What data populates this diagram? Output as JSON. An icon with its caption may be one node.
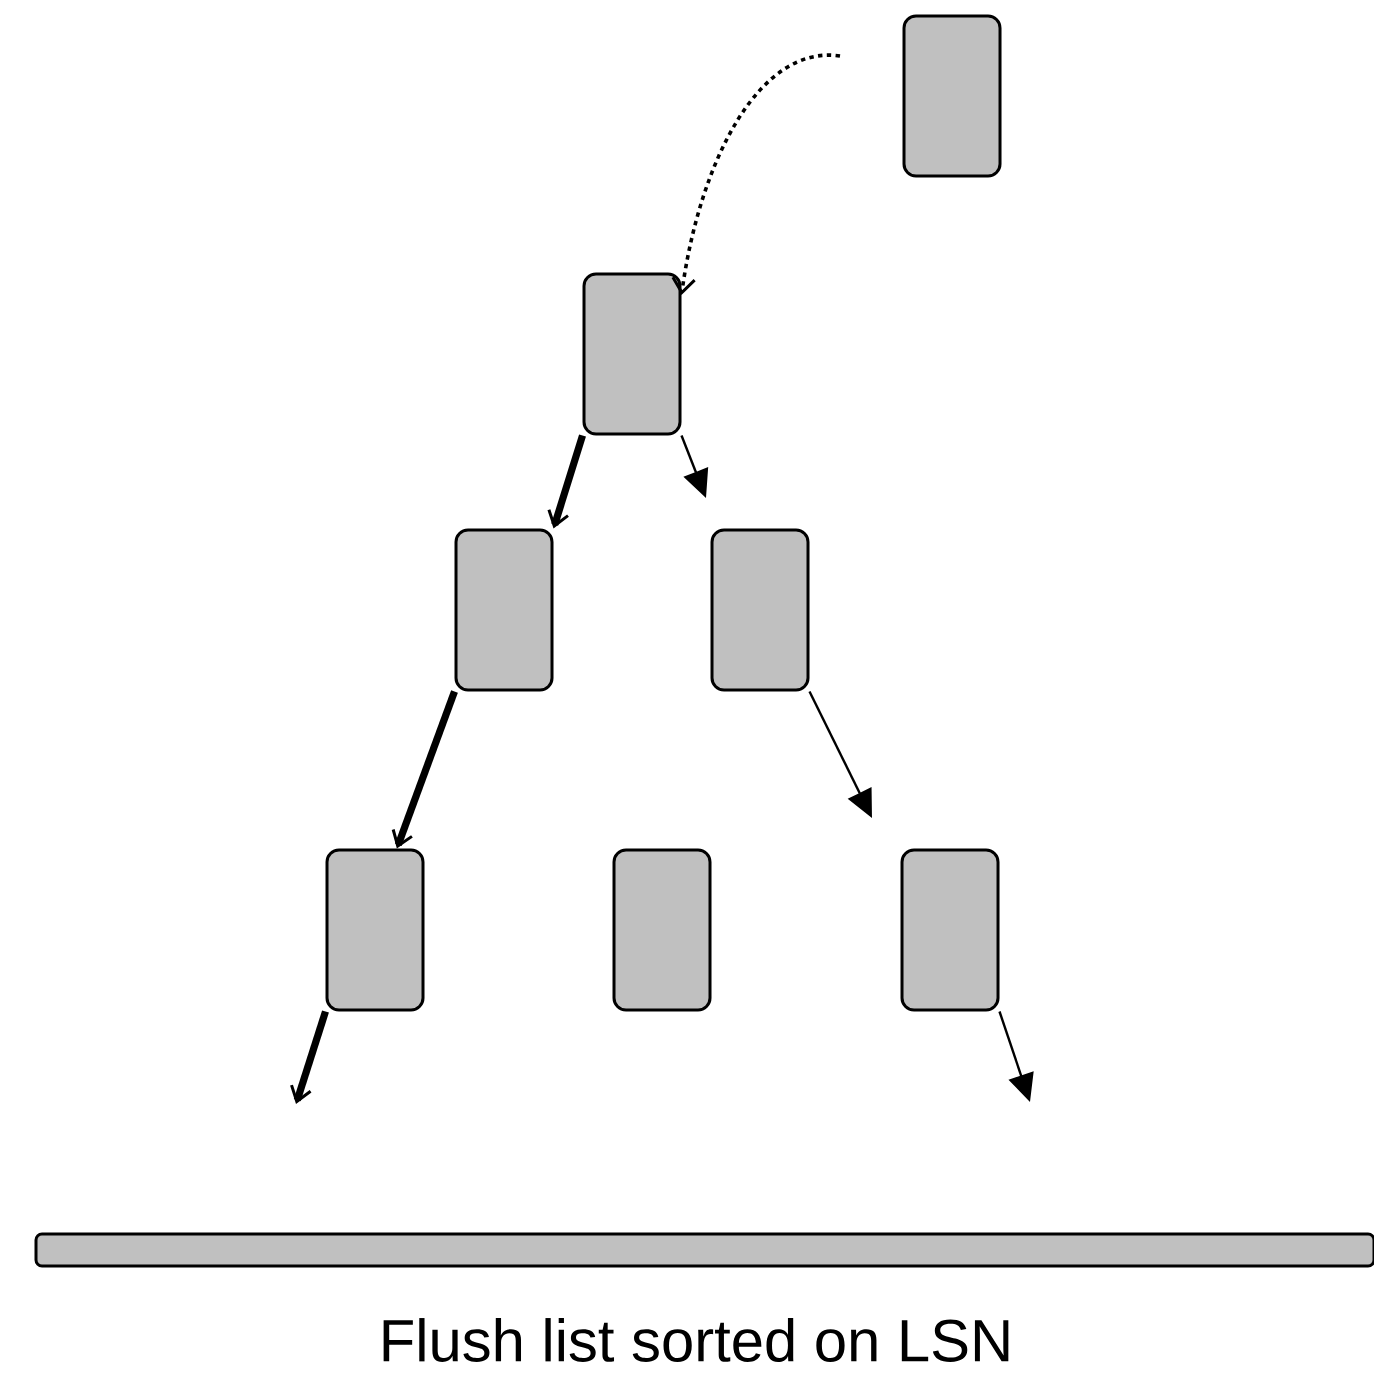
{
  "diagram": {
    "nodes": [
      {
        "text": [],
        "shape": "box"
      },
      {
        "text": [],
        "shape": "box"
      },
      {
        "text": [],
        "shape": "box"
      },
      {
        "text": [],
        "shape": "box"
      },
      {
        "text": [],
        "shape": "box"
      },
      {
        "text": [],
        "shape": "box"
      },
      {
        "text": [],
        "shape": "box"
      },
      {
        "text": [],
        "shape": "bar"
      }
    ],
    "edges": [
      {
        "from": null,
        "to": 1,
        "arrow": "to",
        "style": "dashed"
      },
      {
        "from": 1,
        "to": 2,
        "arrow": "to",
        "style": "thick"
      },
      {
        "from": 1,
        "to": null,
        "arrow": "to"
      },
      {
        "from": 2,
        "to": 4,
        "arrow": "to",
        "style": "thick"
      },
      {
        "from": 3,
        "to": null,
        "arrow": "to"
      },
      {
        "from": 4,
        "to": null,
        "arrow": "to",
        "style": "thick"
      },
      {
        "from": 6,
        "to": null,
        "arrow": "to"
      }
    ],
    "labels": [
      "Flush list sorted on LSN"
    ]
  }
}
